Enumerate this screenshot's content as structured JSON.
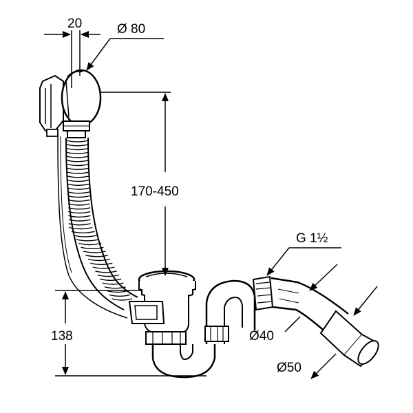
{
  "labels": {
    "width_20": "20",
    "diameter_80": "Ø 80",
    "height_range": "170-450",
    "thread": "G 1½",
    "height_138": "138",
    "diameter_40": "Ø40",
    "diameter_50": "Ø50"
  }
}
